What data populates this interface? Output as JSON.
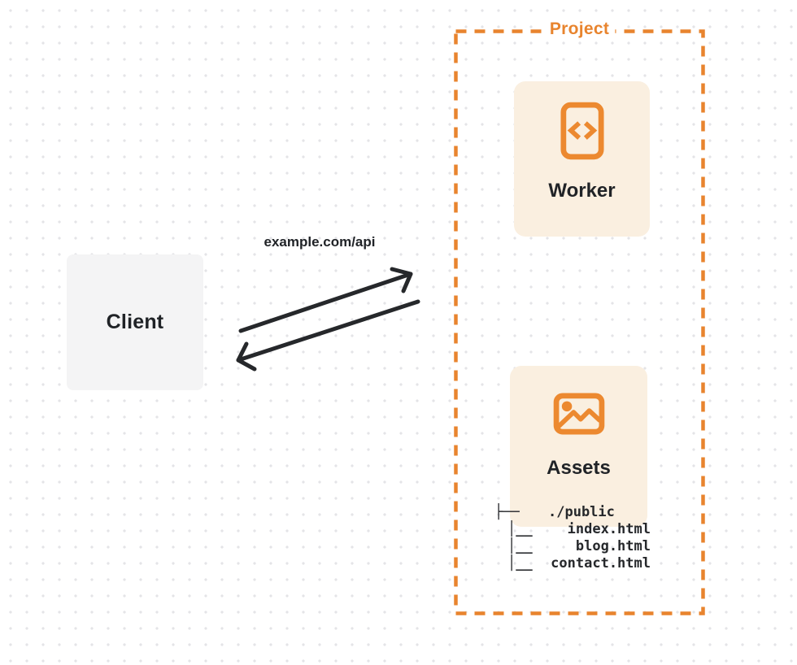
{
  "diagram": {
    "client": {
      "label": "Client"
    },
    "request_label": "example.com/api",
    "project": {
      "label": "Project"
    },
    "worker": {
      "label": "Worker",
      "icon": "code-file-icon"
    },
    "assets": {
      "label": "Assets",
      "icon": "image-icon"
    },
    "file_tree": {
      "lines": [
        {
          "glyph": "├──",
          "name": "./public"
        },
        {
          "glyph": "│__",
          "name": "index.html"
        },
        {
          "glyph": "│__",
          "name": "blog.html"
        },
        {
          "glyph": "│__",
          "name": "contact.html"
        }
      ]
    },
    "colors": {
      "accent_orange": "#e8842e",
      "card_peach": "#faefe0",
      "client_gray": "#f4f4f5",
      "ink": "#26282b"
    }
  }
}
